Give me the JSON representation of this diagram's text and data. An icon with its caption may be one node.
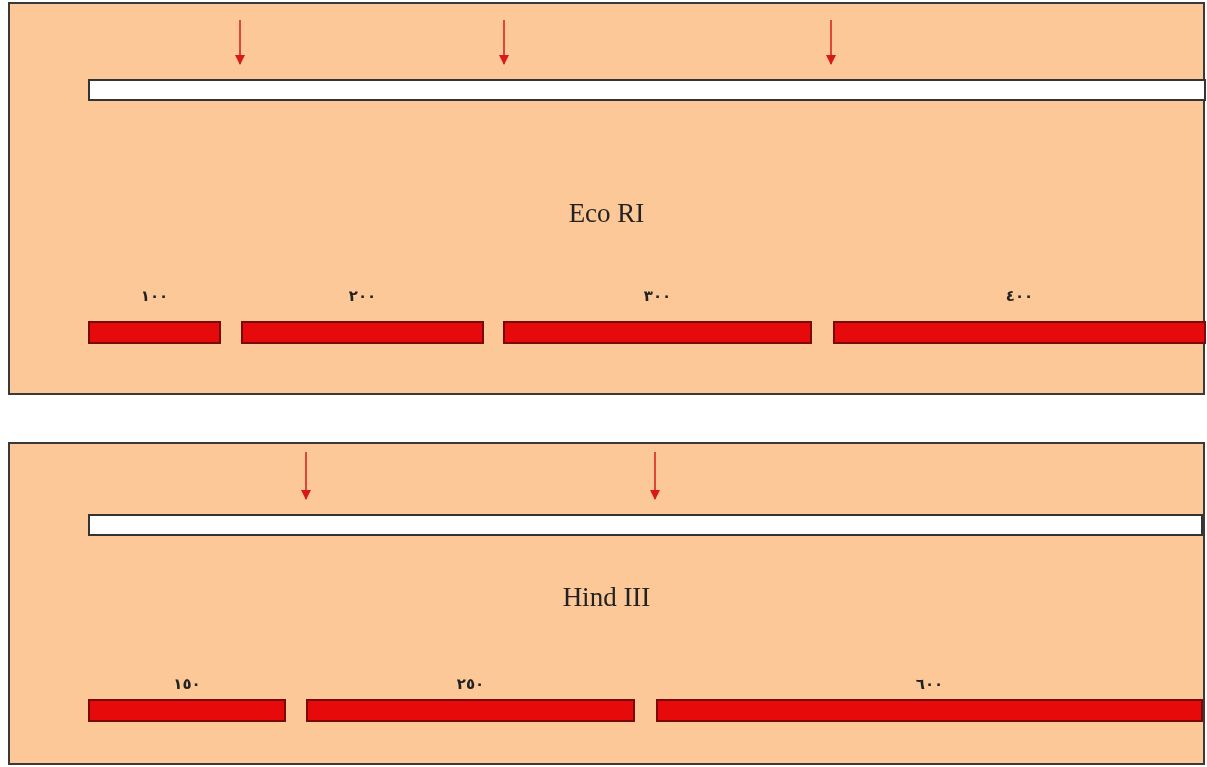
{
  "diagram": {
    "nodes": [
      {
        "text": [
          "Eco RI"
        ]
      },
      {
        "text": [],
        "shape": "bar",
        "in": 0
      },
      {
        "text": [
          "١٠٠"
        ],
        "in": 0
      },
      {
        "text": [
          "٢٠٠"
        ],
        "in": 0
      },
      {
        "text": [
          "٣٠٠"
        ],
        "in": 0
      },
      {
        "text": [
          "٤٠٠"
        ],
        "in": 0
      },
      {
        "text": [
          "Hind III"
        ]
      },
      {
        "text": [],
        "shape": "bar",
        "in": 6
      },
      {
        "text": [
          "١٥٠"
        ],
        "in": 6
      },
      {
        "text": [
          "٢٥٠"
        ],
        "in": 6
      },
      {
        "text": [
          "٦٠٠"
        ],
        "in": 6
      }
    ],
    "edges": [
      {
        "from": null,
        "to": 1,
        "arrow": "to"
      },
      {
        "from": null,
        "to": 1,
        "arrow": "to"
      },
      {
        "from": null,
        "to": 1,
        "arrow": "to"
      },
      {
        "from": null,
        "to": 7,
        "arrow": "to"
      },
      {
        "from": null,
        "to": 7,
        "arrow": "to"
      }
    ]
  }
}
